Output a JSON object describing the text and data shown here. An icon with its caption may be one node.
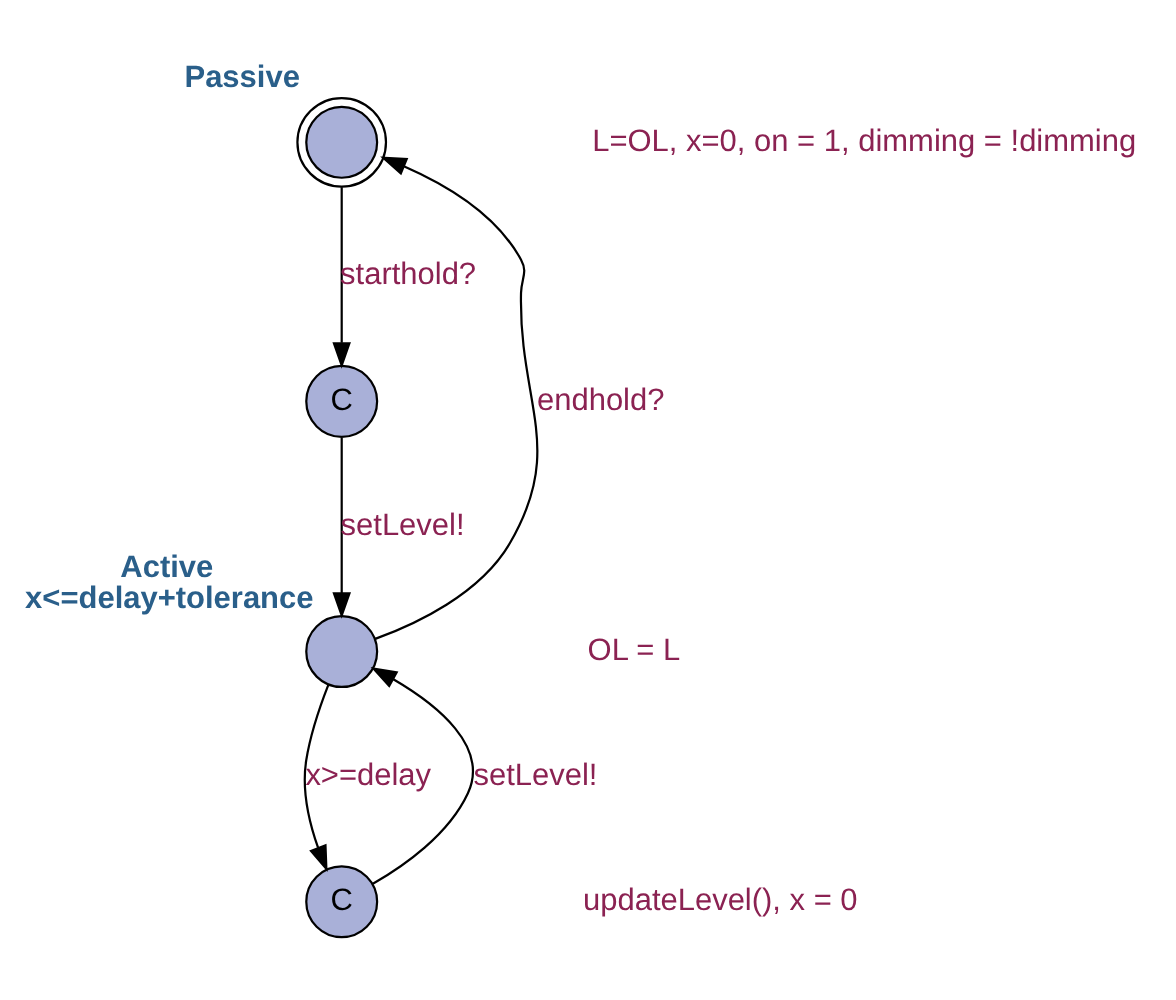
{
  "diagram": {
    "nodes": [
      {
        "text": [
          "Passive"
        ]
      },
      {
        "text": [
          "C"
        ]
      },
      {
        "text": [
          "Active"
        ],
        "beside": [
          "x<=delay+tolerance"
        ]
      },
      {
        "text": [
          "C"
        ]
      }
    ],
    "edges": [
      {
        "from": 0,
        "to": 1,
        "arrow": "to",
        "label": "starthold?"
      },
      {
        "from": 1,
        "to": 2,
        "arrow": "to",
        "label": "setLevel!"
      },
      {
        "from": 2,
        "to": 0,
        "arrow": "to",
        "label": "endhold?"
      },
      {
        "from": 2,
        "to": 3,
        "arrow": "to",
        "label": "x>=delay"
      },
      {
        "from": 3,
        "to": 2,
        "arrow": "to",
        "label": "setLevel!"
      }
    ],
    "labels": [
      "L=OL, x=0, on = 1, dimming = !dimming",
      "OL = L",
      "updateLevel(), x = 0"
    ]
  }
}
